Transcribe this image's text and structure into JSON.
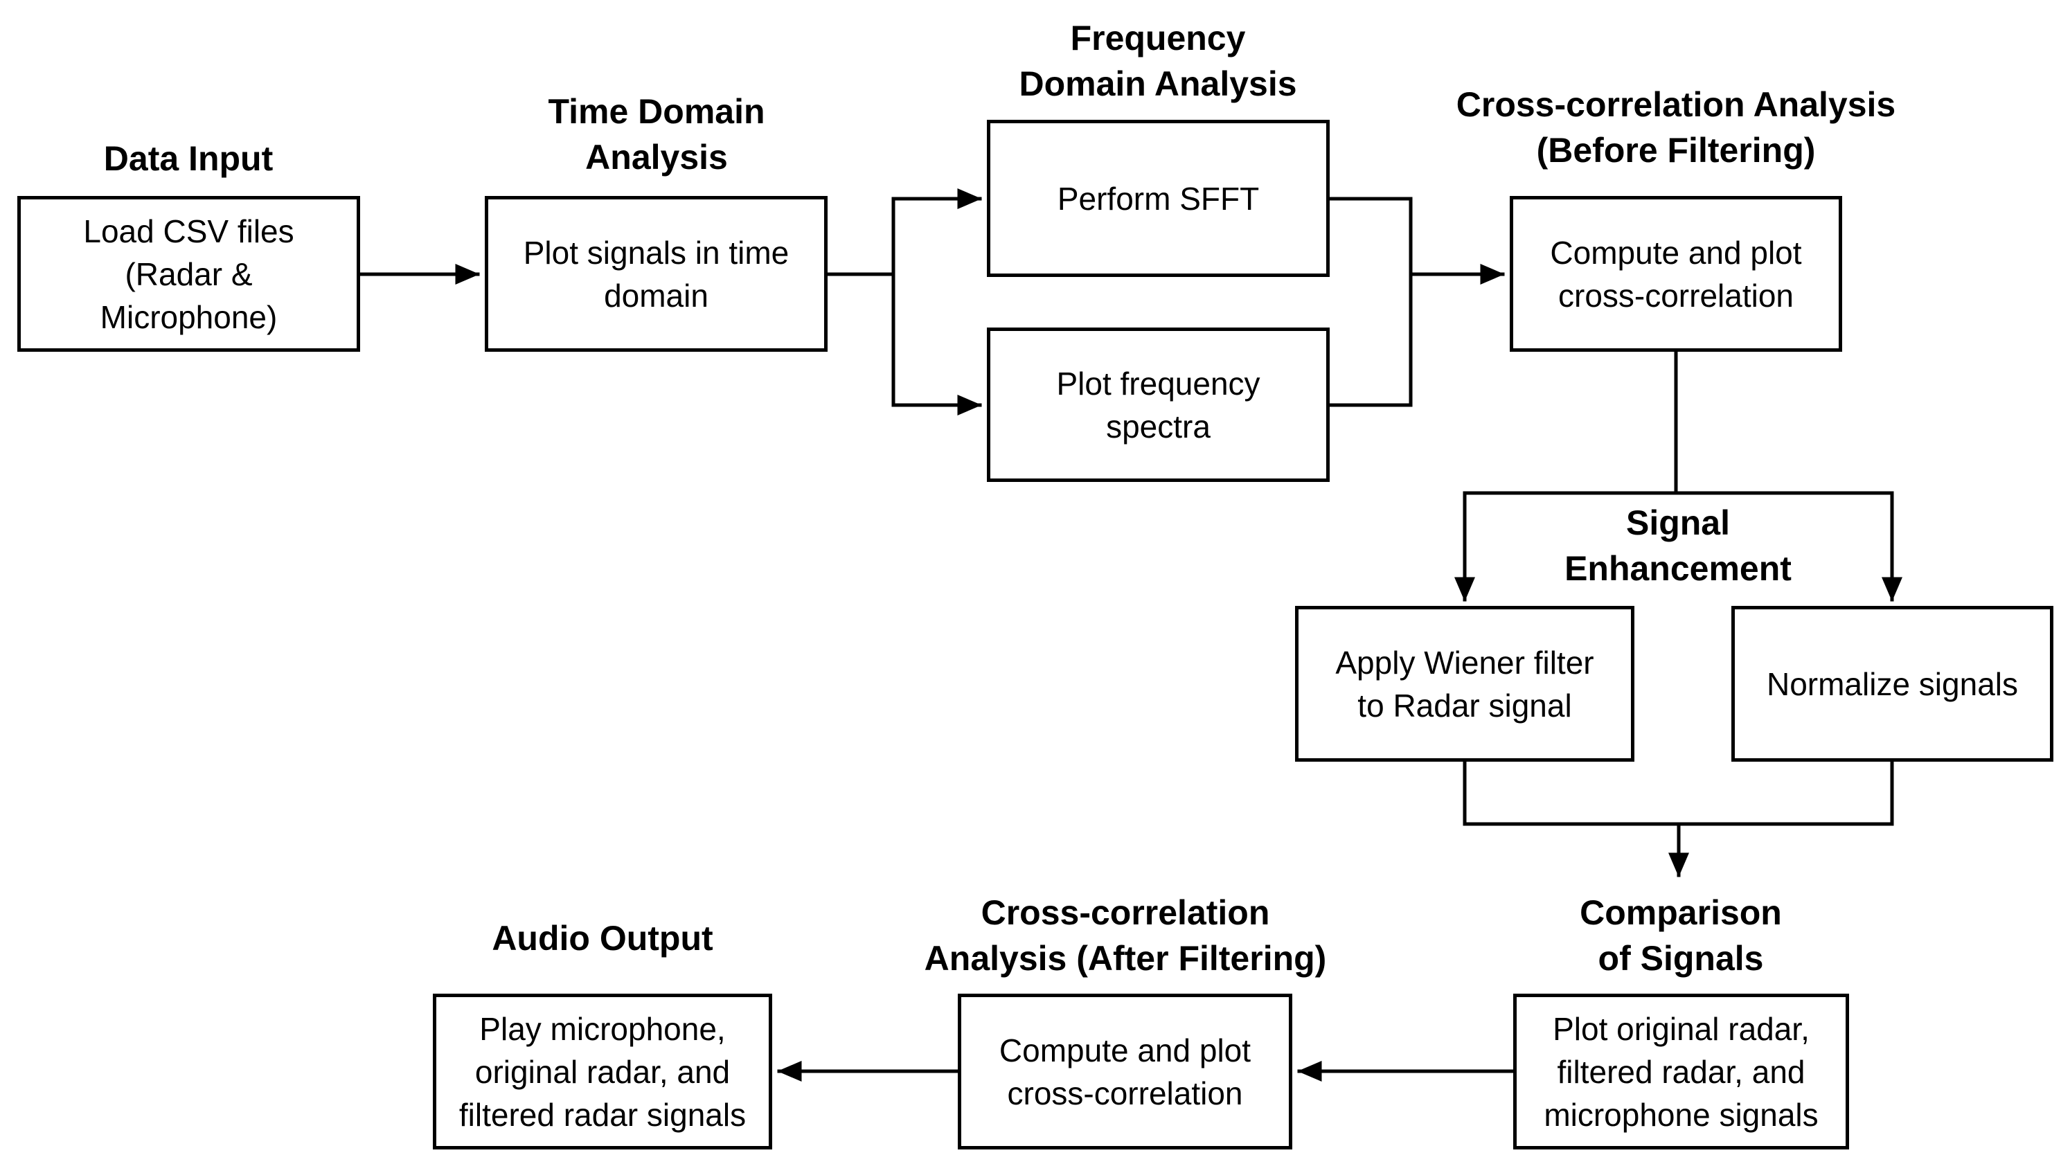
{
  "flowchart": {
    "colors": {
      "background": "#ffffff",
      "stroke": "#000000",
      "text": "#000000"
    },
    "nodes": {
      "data_input": {
        "title": [
          "Data Input"
        ],
        "label": [
          "Load CSV files",
          "(Radar &",
          "Microphone)"
        ]
      },
      "time_domain": {
        "title": [
          "Time Domain",
          "Analysis"
        ],
        "label": [
          "Plot signals in time",
          "domain"
        ]
      },
      "frequency_domain": {
        "title": [
          "Frequency",
          "Domain Analysis"
        ],
        "sfft_label": [
          "Perform SFFT"
        ],
        "spectra_label": [
          "Plot frequency",
          "spectra"
        ]
      },
      "cross_correlation_before": {
        "title": [
          "Cross-correlation Analysis",
          "(Before Filtering)"
        ],
        "label": [
          "Compute and plot",
          "cross-correlation"
        ]
      },
      "signal_enhancement": {
        "title": [
          "Signal",
          "Enhancement"
        ],
        "wiener_label": [
          "Apply Wiener filter",
          "to Radar signal"
        ],
        "normalize_label": [
          "Normalize signals"
        ]
      },
      "comparison": {
        "title": [
          "Comparison",
          "of Signals"
        ],
        "label": [
          "Plot original radar,",
          "filtered radar, and",
          "microphone signals"
        ]
      },
      "cross_correlation_after": {
        "title": [
          "Cross-correlation",
          "Analysis (After Filtering)"
        ],
        "label": [
          "Compute and plot",
          "cross-correlation"
        ]
      },
      "audio_output": {
        "title": [
          "Audio Output"
        ],
        "label": [
          "Play microphone,",
          "original radar, and",
          "filtered radar signals"
        ]
      }
    }
  }
}
